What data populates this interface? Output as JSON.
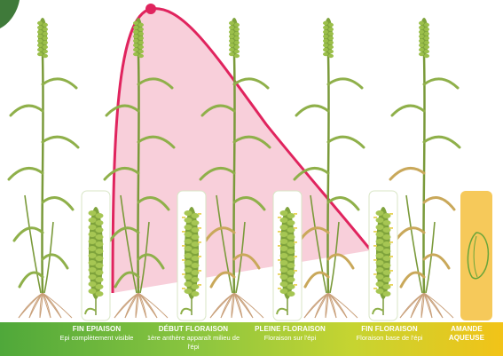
{
  "curve": {
    "color": "#e0245e",
    "fill": "#f7c7d3"
  },
  "stages": [
    {
      "title": "FIN EPIAISON",
      "subtitle": "Epi complètement visible"
    },
    {
      "title": "DÉBUT FLORAISON",
      "subtitle": "1ère anthère apparaît milieu de l'épi"
    },
    {
      "title": "PLEINE FLORAISON",
      "subtitle": "Floraison sur l'épi"
    },
    {
      "title": "FIN FLORAISON",
      "subtitle": "Floraison base de l'épi"
    },
    {
      "title": "AMANDE AQUEUSE",
      "subtitle": ""
    }
  ],
  "colors": {
    "stem": "#7a9a3a",
    "leaf": "#8fb04a",
    "leaf_dry": "#c9a85a",
    "ear": "#7fa33c",
    "root": "#c9a07a",
    "grain_card": "#f6c95a",
    "grain_outline": "#6aa53a"
  }
}
